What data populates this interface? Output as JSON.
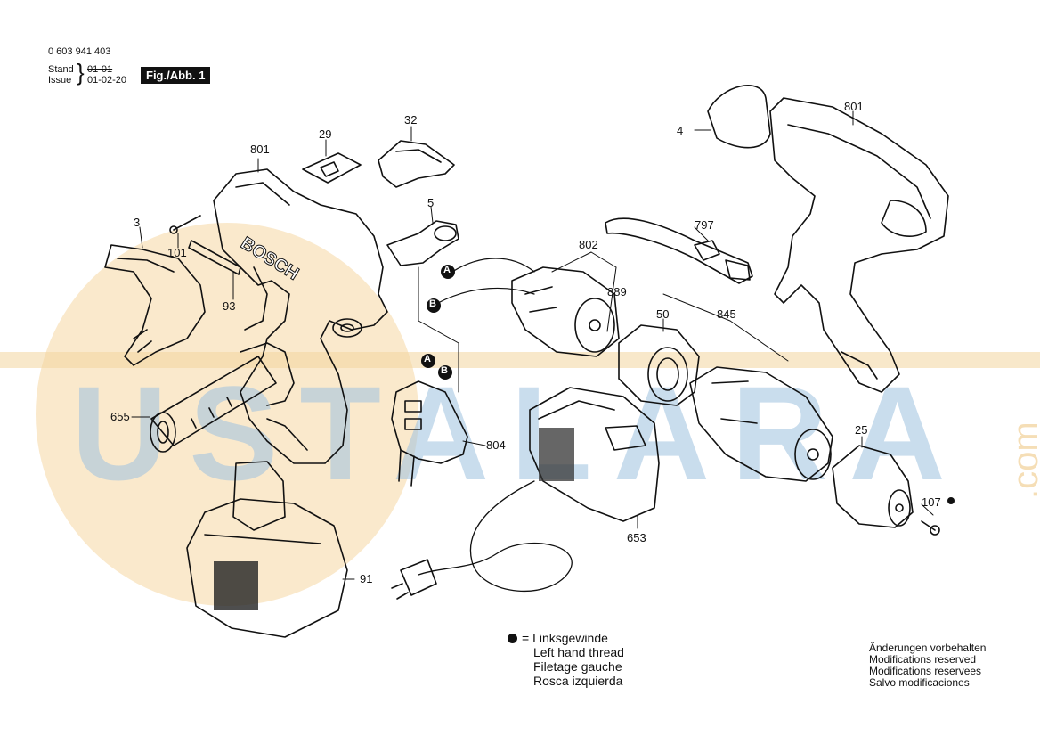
{
  "header": {
    "part_number": "0 603 941 403",
    "stand_label": "Stand",
    "issue_label": "Issue",
    "stand_date": "01-01",
    "issue_date": "01-02-20",
    "figure_label": "Fig./Abb. 1"
  },
  "watermark": {
    "main": "USTALARA",
    "suffix": ".com"
  },
  "callouts": [
    "801",
    "29",
    "32",
    "5",
    "3",
    "101",
    "93",
    "655",
    "A",
    "B",
    "804",
    "91",
    "802",
    "889",
    "797",
    "4",
    "801",
    "50",
    "845",
    "653",
    "25",
    "107"
  ],
  "connectors": {
    "a": "A",
    "b": "B"
  },
  "legend": {
    "line1": "= Linksgewinde",
    "line2": "Left hand thread",
    "line3": "Filetage gauche",
    "line4": "Rosca izquierda"
  },
  "notes": {
    "line1": "Änderungen vorbehalten",
    "line2": "Modifications reserved",
    "line3": "Modifications reservees",
    "line4": "Salvo modificaciones"
  },
  "brand_mark": "BOSCH",
  "colors": {
    "line": "#111111",
    "watermark_blue": "#9ec2e0",
    "watermark_orange": "#f2c98a"
  }
}
